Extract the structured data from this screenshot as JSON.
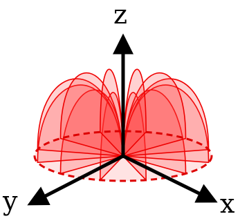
{
  "axes": {
    "z_label": "z",
    "y_label": "y",
    "x_label": "x"
  },
  "colors": {
    "petal_fill": "#ff3030",
    "petal_stroke": "#ee0000",
    "axis": "#000000",
    "boundary": "#dd0000"
  },
  "petal_count": 12
}
